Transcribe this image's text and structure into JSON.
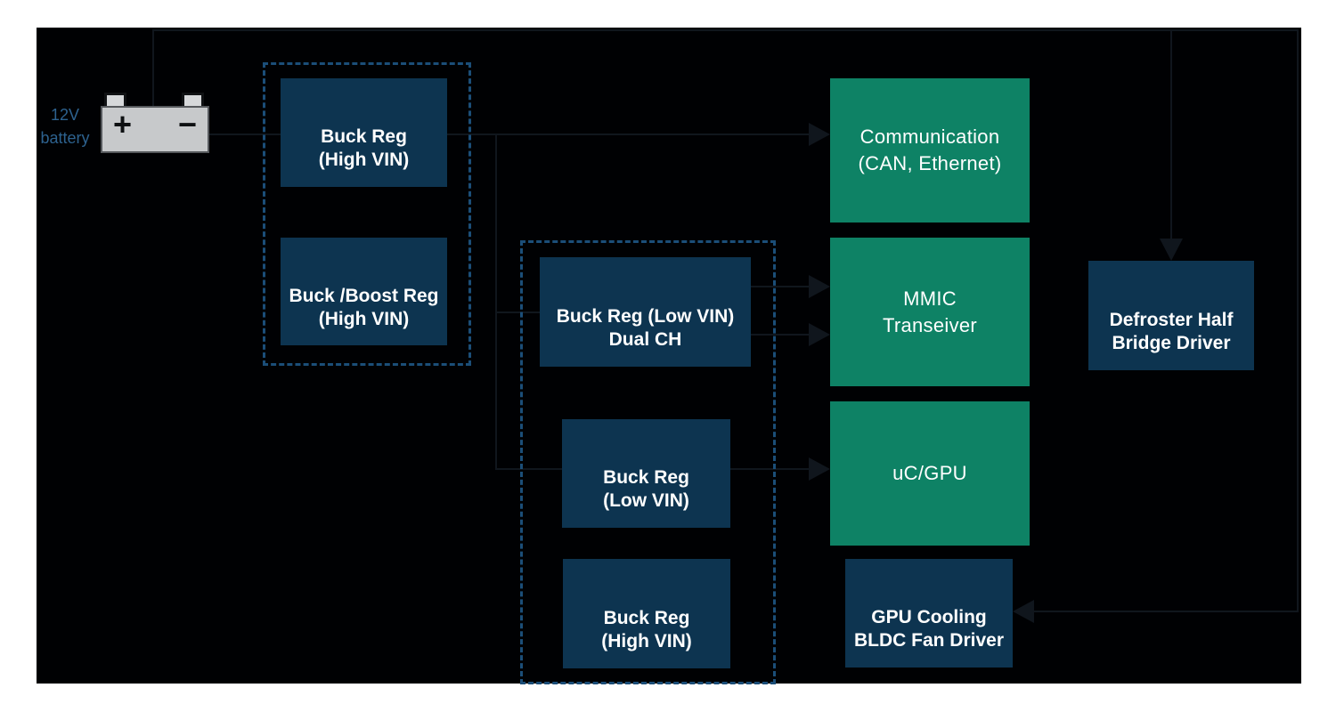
{
  "colors": {
    "page_background": "#ffffff",
    "board_background": "#000000",
    "regulator_box_navy": "#0d3450",
    "load_box_green": "#0e8265",
    "group_outline_dashed_blue": "#1b4e78",
    "connector_line": "#10161d",
    "battery_body_gray": "#c7c9cb",
    "battery_label_blue": "#2d628f",
    "box_text": "#ffffff"
  },
  "battery": {
    "label": "12V\nbattery",
    "plus_symbol": "+",
    "minus_symbol": "−"
  },
  "nodes": {
    "buck_reg_high_vin_top": {
      "label": "Buck Reg\n(High VIN)",
      "category": "regulator"
    },
    "buck_boost_reg_high_vin": {
      "label": "Buck /Boost Reg\n(High VIN)",
      "category": "regulator"
    },
    "buck_reg_low_vin_dual": {
      "label": "Buck Reg (Low VIN)\nDual CH",
      "category": "regulator"
    },
    "buck_reg_low_vin": {
      "label": "Buck Reg\n(Low VIN)",
      "category": "regulator"
    },
    "buck_reg_high_vin_bottom": {
      "label": "Buck Reg\n(High VIN)",
      "category": "regulator"
    },
    "communication": {
      "label": "Communication\n(CAN, Ethernet)",
      "category": "load"
    },
    "mmic_transceiver": {
      "label": "MMIC\nTranseiver",
      "category": "load"
    },
    "uc_gpu": {
      "label": "uC/GPU",
      "category": "load"
    },
    "defroster": {
      "label": "Defroster Half\nBridge Driver",
      "category": "driver"
    },
    "gpu_cooling_fan": {
      "label": "GPU Cooling\nBLDC Fan Driver",
      "category": "driver"
    }
  },
  "connections": [
    {
      "from": "12V battery",
      "to": "Communication (CAN, Ethernet)",
      "arrow": true
    },
    {
      "from": "12V battery",
      "to": "Defroster Half Bridge Driver",
      "arrow": true
    },
    {
      "from": "12V battery",
      "to": "GPU Cooling BLDC Fan Driver",
      "arrow": true
    },
    {
      "from": "12V battery",
      "to": "Buck Reg (High VIN)",
      "arrow": false
    },
    {
      "from": "12V rail",
      "to": "Buck Reg (Low VIN) Dual CH",
      "arrow": false
    },
    {
      "from": "12V rail",
      "to": "Buck Reg (Low VIN)",
      "arrow": false
    },
    {
      "from": "Buck Reg (Low VIN) Dual CH",
      "to": "MMIC Transeiver",
      "arrow": true,
      "arrow_count": 2
    },
    {
      "from": "Buck Reg (Low VIN)",
      "to": "uC/GPU",
      "arrow": true
    }
  ]
}
